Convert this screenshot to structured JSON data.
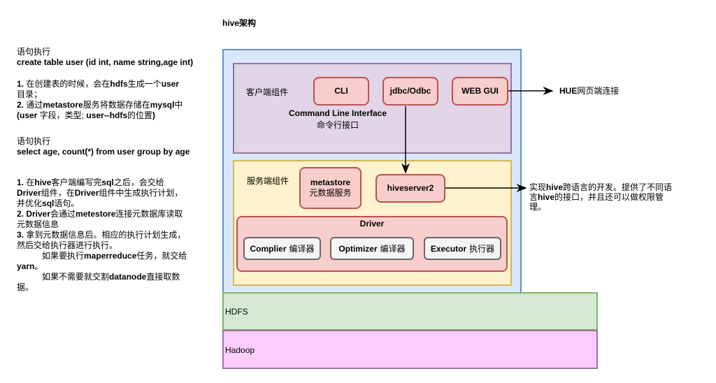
{
  "title": "hive架构",
  "notes": {
    "section1_heading": "语句执行",
    "section1_sql": "create table user (id int, name string,age int)",
    "section1_item1_num": "1.",
    "section1_item1_pre": " 在创建表的时候，会在",
    "section1_item1_bold": "hdfs",
    "section1_item1_mid": "生成一个",
    "section1_item1_bold2": "user",
    "section1_item1_post": "目录；",
    "section1_item2_num": "2.",
    "section1_item2_pre": " 通过",
    "section1_item2_bold": "metastore",
    "section1_item2_mid": "服务将数据存储在",
    "section1_item2_bold2": "mysql",
    "section1_item2_post": "中",
    "section1_item2_line2_bold1": "(user",
    "section1_item2_line2_mid1": " 字段，类型; ",
    "section1_item2_line2_bold2": "user--hdfs",
    "section1_item2_line2_mid2": "的位置",
    "section1_item2_line2_bold3": ")",
    "section2_heading": "语句执行",
    "section2_sql": "select age, count(*) from user group by age",
    "s2_item1_num": "1.",
    "s2_item1_a": " 在",
    "s2_item1_b": "hive",
    "s2_item1_c": "客户端编写完",
    "s2_item1_d": "sql",
    "s2_item1_e": "之后，会交给",
    "s2_item1_f": "Driver",
    "s2_item1_g": "组件，在",
    "s2_item1_h": "Driver",
    "s2_item1_i": "组件中生成执行计划，",
    "s2_item1_j": "并优化",
    "s2_item1_k": "sql",
    "s2_item1_l": "语句。",
    "s2_item2_num": "2. Driver",
    "s2_item2_a": "会通过",
    "s2_item2_b": "metestore",
    "s2_item2_c": "连接元数据库读取",
    "s2_item2_d": "元数据信息",
    "s2_item3_num": "3.",
    "s2_item3_a": " 拿到元数据信息后。相应的执行计划生成，",
    "s2_item3_b": "然后交给执行器进行执行。",
    "s2_item3_c": "如果要执行",
    "s2_item3_d": "maperreduce",
    "s2_item3_e": "任务，就交给",
    "s2_item3_f": "yarn",
    "s2_item3_g": "。",
    "s2_item3_h": "如果不需要就交割",
    "s2_item3_i": "datanode",
    "s2_item3_j": "直接取数",
    "s2_item3_k": "据。"
  },
  "client": {
    "label": "客户端组件",
    "cli": "CLI",
    "jdbc": "jdbc/Odbc",
    "webgui": "WEB GUI",
    "cli_desc_en": "Command Line Interface",
    "cli_desc_cn": "命令行接口"
  },
  "server": {
    "label": "服务端组件",
    "metastore": "metastore",
    "metastore_cn": "元数据服务",
    "hiveserver2": "hiveserver2",
    "driver": "Driver",
    "compiler": "Complier",
    "compiler_cn": "编译器",
    "optimizer": "Optimizer",
    "optimizer_cn": "编译器",
    "executor": "Executor",
    "executor_cn": "执行器"
  },
  "annotations": {
    "hue_bold": "HUE",
    "hue_text": "网页端连接",
    "hs2_a": "实现",
    "hs2_b": "hive",
    "hs2_c": "跨语言的开发。提供了不同语",
    "hs2_d": "言",
    "hs2_e": "hive",
    "hs2_f": "的接口，并且还可以做权限管",
    "hs2_g": "理。"
  },
  "layers": {
    "hdfs": "HDFS",
    "hadoop": "Hadoop"
  },
  "colors": {
    "outer_fill": "#dae8fc",
    "client_fill": "#e1d5e7",
    "server_fill": "#fff2cc",
    "component_fill": "#f8cecc",
    "hdfs_fill": "#d5e8d4",
    "hadoop_fill": "#ffccff"
  }
}
